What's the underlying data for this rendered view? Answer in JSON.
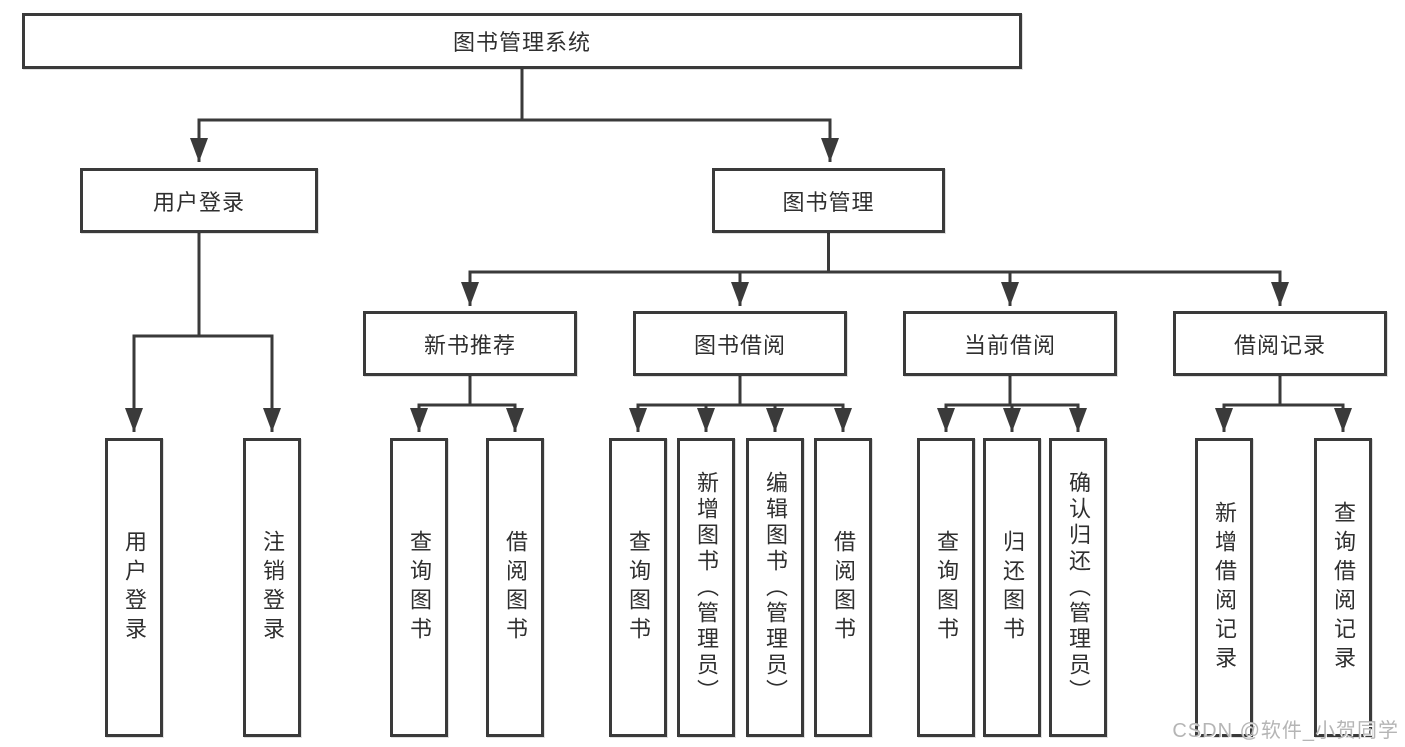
{
  "diagram": {
    "root": {
      "label": "图书管理系统"
    },
    "level1": {
      "user_login": {
        "label": "用户登录"
      },
      "book_management": {
        "label": "图书管理"
      }
    },
    "level2": {
      "new_book_recommend": {
        "label": "新书推荐"
      },
      "book_borrow": {
        "label": "图书借阅"
      },
      "current_borrow": {
        "label": "当前借阅"
      },
      "borrow_records": {
        "label": "借阅记录"
      }
    },
    "leaves": {
      "user_login_leaf": {
        "label": "用户登录"
      },
      "logout": {
        "label": "注销登录"
      },
      "nb_query_books": {
        "label": "查询图书"
      },
      "nb_borrow_books": {
        "label": "借阅图书"
      },
      "bb_query_books": {
        "label": "查询图书"
      },
      "bb_add_books": {
        "label": "新增图书（管理员）"
      },
      "bb_edit_books": {
        "label": "编辑图书（管理员）"
      },
      "bb_borrow_books": {
        "label": "借阅图书"
      },
      "cb_query_books": {
        "label": "查询图书"
      },
      "cb_return_books": {
        "label": "归还图书"
      },
      "cb_confirm_return": {
        "label": "确认归还（管理员）"
      },
      "br_add_record": {
        "label": "新增借阅记录"
      },
      "br_query_record": {
        "label": "查询借阅记录"
      }
    },
    "colors": {
      "line": "#3a3a3a",
      "box_border": "#3a3a3a",
      "text": "#2f2f2f",
      "background": "#ffffff",
      "watermark": "#b5b5b5"
    }
  },
  "watermark": {
    "text": "CSDN @软件_小贺同学"
  }
}
